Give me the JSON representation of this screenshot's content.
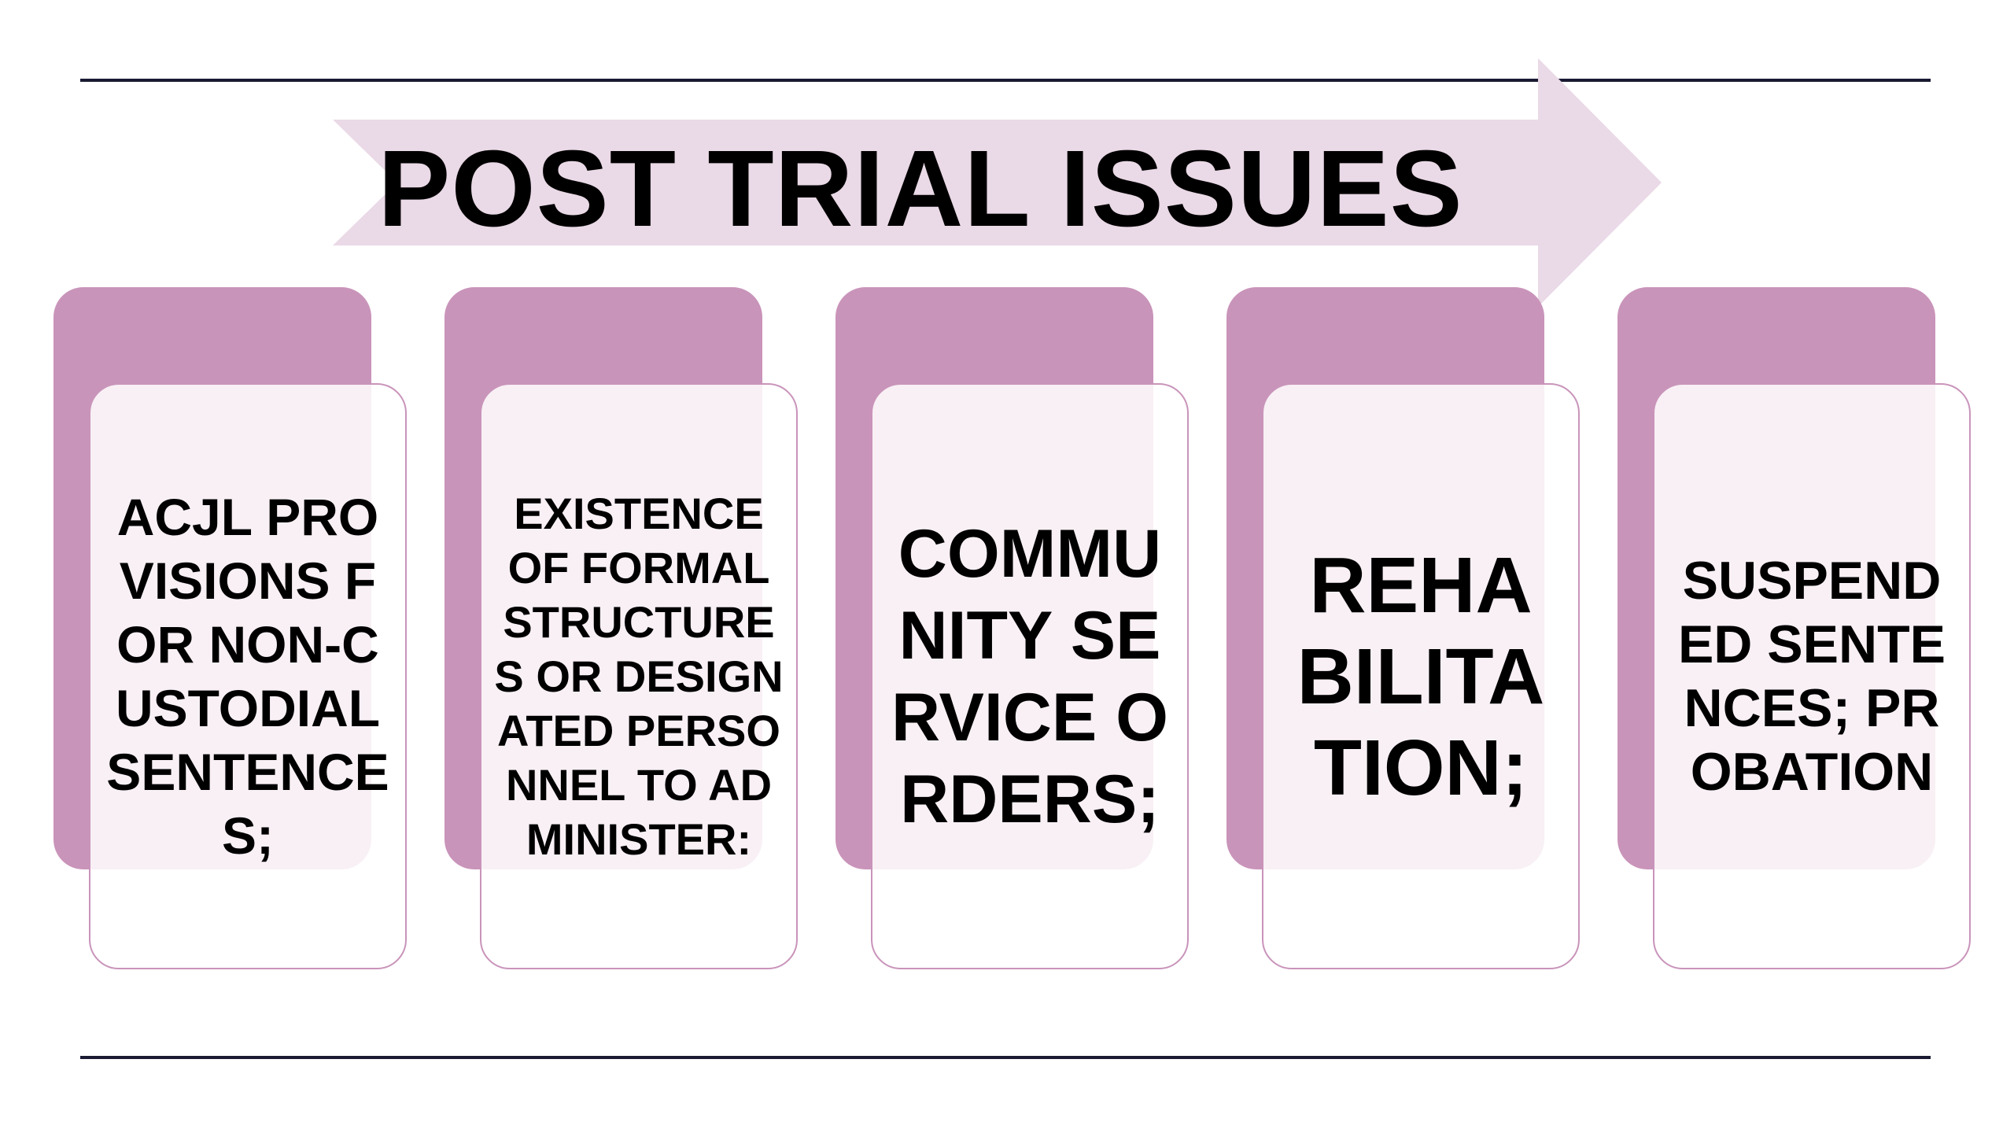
{
  "diagram": {
    "title": "POST TRIAL ISSUES",
    "colors": {
      "arrow": "#ead9e6",
      "back_card": "#c994ba",
      "front_card_border": "#c994ba",
      "rule": "#1a1a33"
    },
    "items": [
      {
        "label": "ACJL PROVISIONS FOR NON-CUSTODIAL SENTENCES;"
      },
      {
        "label": "EXISTENCE OF FORMAL STRUCTURES OR DESIGNATED PERSONNEL TO ADMINISTER:"
      },
      {
        "label": "COMMUNITY SERVICE ORDERS;"
      },
      {
        "label": "REHABILITATION;"
      },
      {
        "label": "SUSPENDED SENTENCES; PROBATION"
      }
    ]
  }
}
